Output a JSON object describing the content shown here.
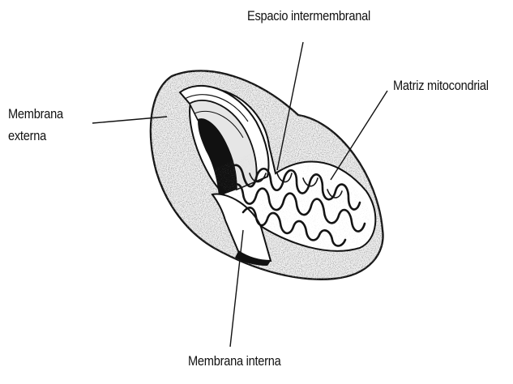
{
  "labels": {
    "espacio_intermembranal": "Espacio intermembranal",
    "matriz_mitocondrial": "Matriz mitocondrial",
    "membrana_externa_line1": "Membrana",
    "membrana_externa_line2": "externa",
    "membrana_interna": "Membrana interna"
  },
  "colors": {
    "ink": "#111111",
    "background": "#ffffff",
    "stipple": "#9a9a9a"
  }
}
